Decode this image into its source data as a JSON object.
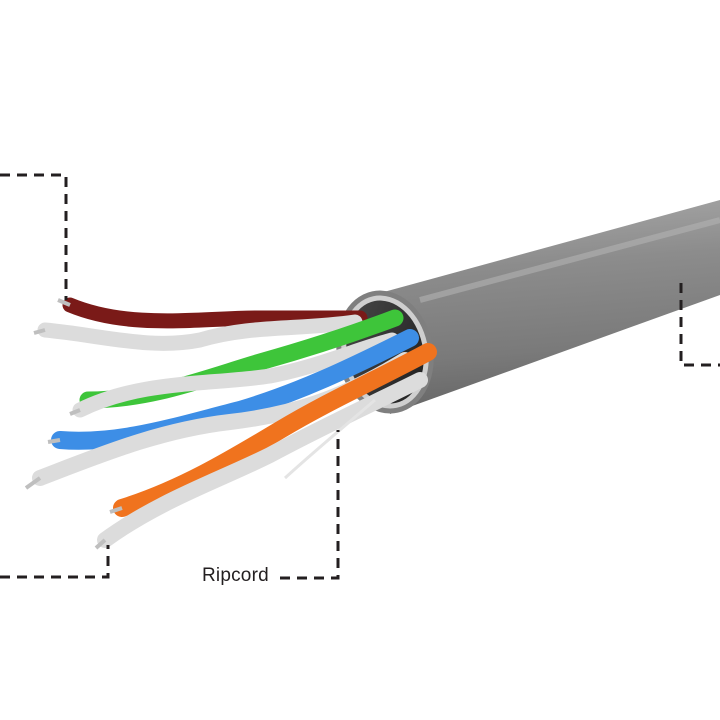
{
  "labels": {
    "ripcord": "Ripcord"
  },
  "colors": {
    "jacket": "#8a8a8a",
    "jacket_highlight": "#a6a6a6",
    "jacket_shadow": "#6a6a6a",
    "pair_brown": "#7a1a18",
    "pair_green": "#3ec53a",
    "pair_blue": "#3d8ee6",
    "pair_orange": "#f0731e",
    "white_wire": "#dcdcdc",
    "ripcord": "#e4e4e4",
    "leader_line": "#231f20"
  },
  "components": [
    "jacket",
    "pair-brown",
    "pair-green",
    "pair-blue",
    "pair-orange",
    "ripcord"
  ]
}
